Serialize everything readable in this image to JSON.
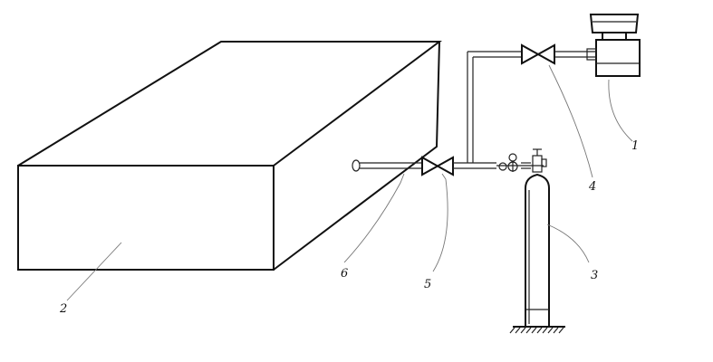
{
  "labels": {
    "l1": "1",
    "l2": "2",
    "l3": "3",
    "l4": "4",
    "l5": "5",
    "l6": "6"
  },
  "colors": {
    "stroke": "#111111",
    "leader": "#777777",
    "background": "#ffffff"
  }
}
